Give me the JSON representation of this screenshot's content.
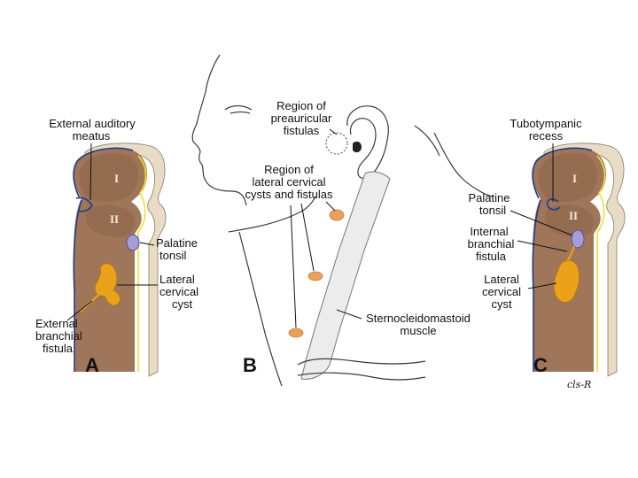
{
  "colors": {
    "tissue": "#a0765a",
    "tissue_dark": "#8b6448",
    "wall": "#e9dcc7",
    "endoderm_line": "#f1e02a",
    "ectoderm_line": "#1e3c8c",
    "cyst": "#e9a219",
    "tonsil": "#a59ed6",
    "muscle": "#ededed",
    "cyst_region_b": "#e8a05a"
  },
  "panel_a": {
    "letter": "A",
    "roman_1": "I",
    "roman_2": "II",
    "labels": {
      "external_meatus_line1": "External auditory",
      "external_meatus_line2": "meatus",
      "palatine_line1": "Palatine",
      "palatine_line2": "tonsil",
      "lateral_cyst_line1": "Lateral",
      "lateral_cyst_line2": "cervical",
      "lateral_cyst_line3": "cyst",
      "external_fistula_line1": "External",
      "external_fistula_line2": "branchial",
      "external_fistula_line3": "fistula"
    }
  },
  "panel_b": {
    "letter": "B",
    "labels": {
      "preauricular_line1": "Region of",
      "preauricular_line2": "preauricular",
      "preauricular_line3": "fistulas",
      "lateral_region_line1": "Region of",
      "lateral_region_line2": "lateral cervical",
      "lateral_region_line3": "cysts and fistulas",
      "scm_line1": "Sternocleidomastoid",
      "scm_line2": "muscle"
    }
  },
  "panel_c": {
    "letter": "C",
    "roman_1": "I",
    "roman_2": "II",
    "labels": {
      "tubotympanic_line1": "Tubotympanic",
      "tubotympanic_line2": "recess",
      "palatine_line1": "Palatine",
      "palatine_line2": "tonsil",
      "internal_fistula_line1": "Internal",
      "internal_fistula_line2": "branchial",
      "internal_fistula_line3": "fistula",
      "lateral_cyst_line1": "Lateral",
      "lateral_cyst_line2": "cervical",
      "lateral_cyst_line3": "cyst"
    }
  },
  "signature": "cls-R"
}
